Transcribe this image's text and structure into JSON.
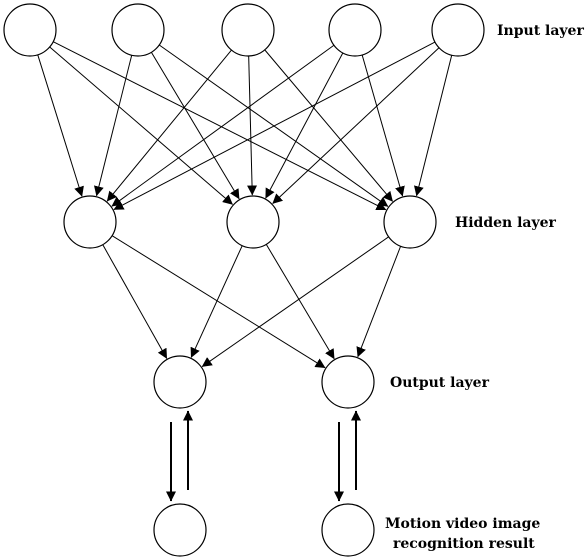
{
  "layers": {
    "input": {
      "label": "Input layer",
      "node_count": 5
    },
    "hidden": {
      "label": "Hidden layer",
      "node_count": 3
    },
    "output": {
      "label": "Output layer",
      "node_count": 2
    },
    "result": {
      "label_line1": "Motion video image",
      "label_line2": "recognition result",
      "node_count": 2
    }
  },
  "connections": {
    "input_to_hidden": "fully-connected",
    "hidden_to_output": "fully-connected",
    "output_result": "bidirectional"
  }
}
